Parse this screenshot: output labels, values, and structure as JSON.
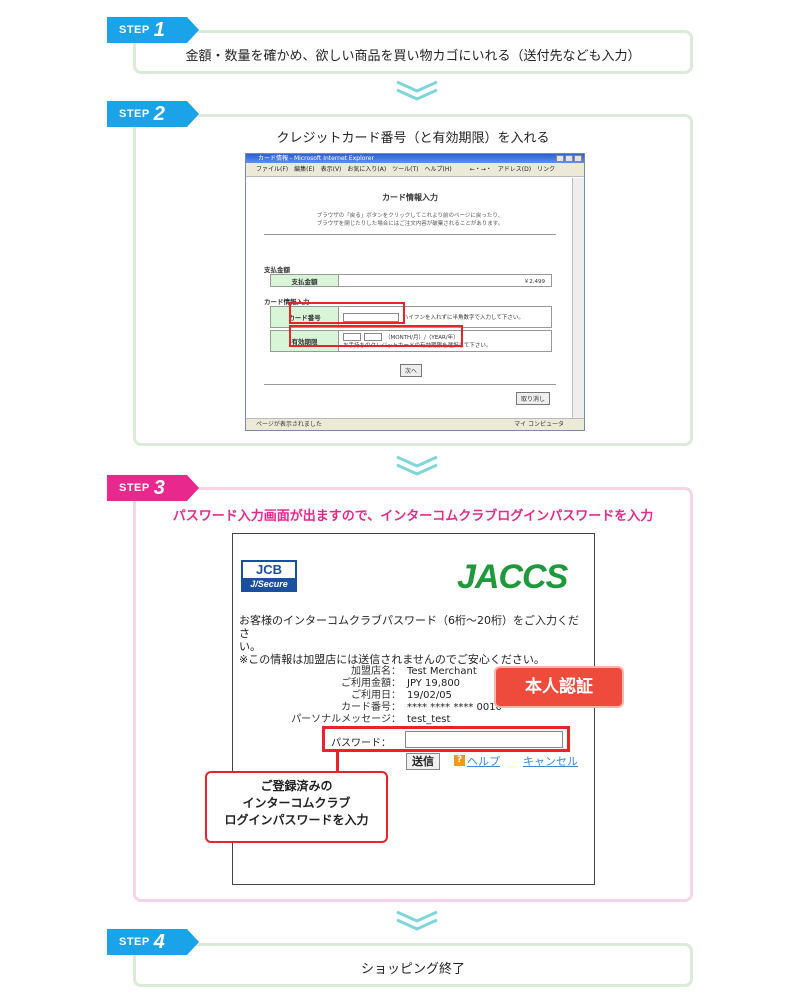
{
  "colors": {
    "blue_tab": "#1aa3e8",
    "pink_tab": "#e8288c",
    "box_border_green": "#dcebd9",
    "box_border_pink": "#f6d5e4",
    "highlight_red": "#e8232a",
    "chevron": "#7ed6d8"
  },
  "steps": [
    {
      "label": "STEP",
      "number": "1",
      "text": "金額・数量を確かめ、欲しい商品を買い物カゴにいれる（送付先なども入力）"
    },
    {
      "label": "STEP",
      "number": "2",
      "text": "クレジットカード番号（と有効期限）を入れる"
    },
    {
      "label": "STEP",
      "number": "3",
      "text": "パスワード入力画面が出ますので、インターコムクラブログインパスワードを入力"
    },
    {
      "label": "STEP",
      "number": "4",
      "text": "ショッピング終了"
    }
  ],
  "browser": {
    "title": "カード情報 - Microsoft Internet Explorer",
    "menu": "ファイル(F)　編集(E)　表示(V)　お気に入り(A)　ツール(T)　ヘルプ(H)　　　←・→・　アドレス(D)　リンク",
    "heading": "カード情報入力",
    "note_line1": "ブラウザの「戻る」ボタンをクリックしてこれより前のページに戻ったり、",
    "note_line2": "ブラウザを閉じたりした場合にはご注文内容が破棄されることがあります。",
    "payment_section": "支払金額",
    "payment_label": "支払金額",
    "payment_value": "￥2,499",
    "card_section": "カード情報入力",
    "card_number_label": "カード番号",
    "card_number_hint": "ハイフンを入れずに半角数字で入力して下さい。",
    "expiry_label": "有効期限",
    "expiry_hint": "（MONTH/月）/（YEAR/年）",
    "expiry_hint2": "お手持ちのクレジットカードの有効期限を選択して下さい。",
    "next_button": "次へ",
    "cancel_button": "取り消し",
    "status_text": "ページが表示されました",
    "zone_text": "マイ コンピュータ"
  },
  "auth": {
    "jcb_top": "JCB",
    "jcb_bottom": "J/Secure",
    "jaccs": "JACCS",
    "message_line1": "お客様のインターコムクラブパスワード（6桁～20桁）をご入力くださ",
    "message_line2": "い。",
    "message_line3": "※この情報は加盟店には送信されませんのでご安心ください。",
    "rows": [
      {
        "key": "加盟店名：",
        "value": "Test Merchant"
      },
      {
        "key": "ご利用金額：",
        "value": "JPY 19,800"
      },
      {
        "key": "ご利用日：",
        "value": "19/02/05"
      },
      {
        "key": "カード番号：",
        "value": "**** **** **** 0010"
      },
      {
        "key": "パーソナルメッセージ：",
        "value": "test_test"
      }
    ],
    "password_label": "パスワード：",
    "submit_label": "送信",
    "help_icon": "?",
    "help_label": "ヘルプ",
    "cancel_label": "キャンセル",
    "badge": "本人認証",
    "callout_line1": "ご登録済みの",
    "callout_line2": "インターコムクラブ",
    "callout_line3": "ログインパスワードを入力"
  }
}
